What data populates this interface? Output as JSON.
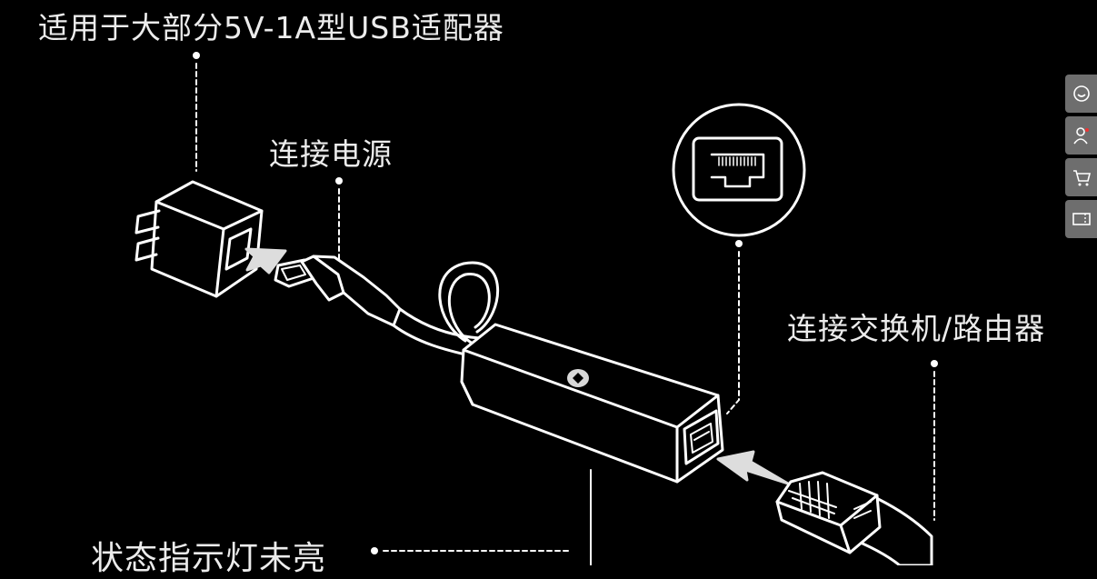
{
  "labels": {
    "adapter": "适用于大部分5V-1A型USB适配器",
    "power": "连接电源",
    "switch": "连接交换机/路由器",
    "status": "状态指示灯未亮"
  },
  "sidebar": {
    "items": [
      {
        "icon": "chat-icon"
      },
      {
        "icon": "user-icon"
      },
      {
        "icon": "cart-icon"
      },
      {
        "icon": "coupon-icon"
      }
    ]
  },
  "colors": {
    "background": "#000000",
    "line": "#ffffff",
    "sidebar": "#6e6e6e"
  }
}
